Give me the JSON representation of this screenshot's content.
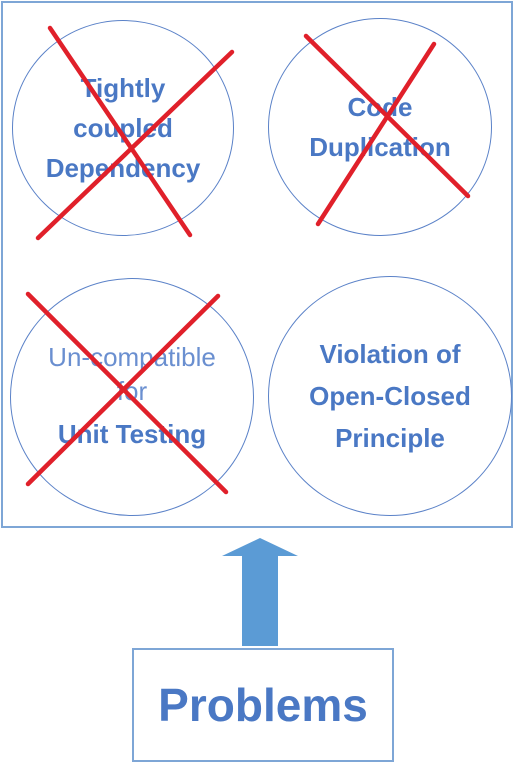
{
  "problems": [
    {
      "id": "tightly-coupled",
      "lines": [
        "Tightly",
        "coupled",
        "Dependency"
      ],
      "crossed": true
    },
    {
      "id": "code-duplication",
      "lines": [
        "Code",
        "Duplication"
      ],
      "crossed": true
    },
    {
      "id": "unit-testing",
      "lines": [
        "Un-compatible",
        "for",
        "Unit Testing"
      ],
      "crossed": true
    },
    {
      "id": "open-closed",
      "lines": [
        "Violation of",
        "Open-Closed",
        "Principle"
      ],
      "crossed": false
    }
  ],
  "footer": {
    "label": "Problems"
  },
  "colors": {
    "text": "#4a78c4",
    "circle_border": "#5b82c8",
    "frame_border": "#7ea6d6",
    "cross": "#e0202a",
    "arrow": "#5b9bd5"
  }
}
